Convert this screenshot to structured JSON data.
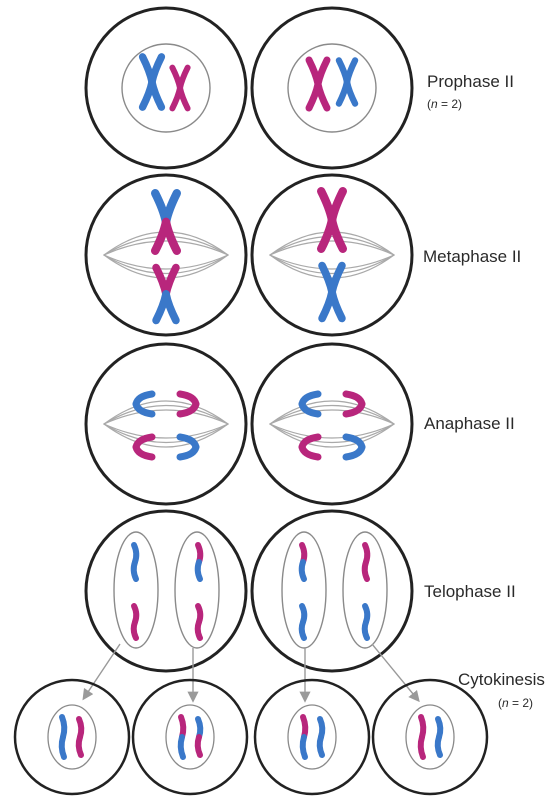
{
  "stages": [
    {
      "id": "prophase",
      "label": "Prophase II",
      "note": {
        "var": "n",
        "rest": " = 2)"
      }
    },
    {
      "id": "metaphase",
      "label": "Metaphase II"
    },
    {
      "id": "anaphase",
      "label": "Anaphase II"
    },
    {
      "id": "telophase",
      "label": "Telophase II"
    },
    {
      "id": "cytokinesis",
      "label": "Cytokinesis",
      "note": {
        "var": "n",
        "rest": " = 2)"
      }
    }
  ],
  "colors": {
    "blue": "#3a78c9",
    "magenta": "#b8267c",
    "outline": "#222222",
    "nucleus": "#8a8a8a",
    "spindle": "#a9a9a9",
    "arrow": "#9a9a9a"
  },
  "daughter_cells": 4
}
